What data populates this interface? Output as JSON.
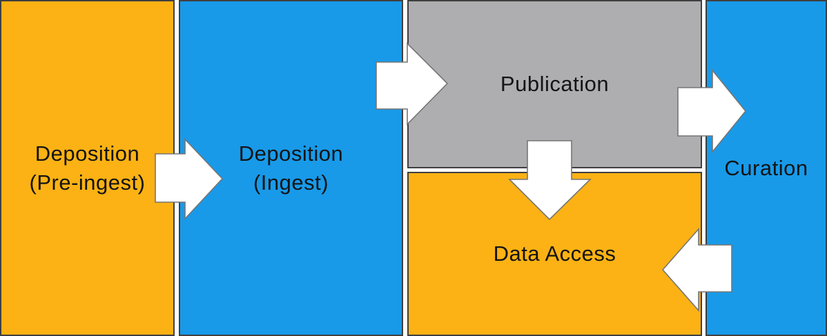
{
  "diagram": {
    "description": "Data repository workflow diagram",
    "blocks": [
      {
        "id": "pre-ingest",
        "lines": {
          "l1": "Deposition",
          "l2": "(Pre-ingest)"
        },
        "color": "orange"
      },
      {
        "id": "ingest",
        "lines": {
          "l1": "Deposition",
          "l2": "(Ingest)"
        },
        "color": "blue"
      },
      {
        "id": "publication",
        "lines": {
          "l1": "Publication"
        },
        "color": "gray"
      },
      {
        "id": "data-access",
        "lines": {
          "l1": "Data Access"
        },
        "color": "orange"
      },
      {
        "id": "curation",
        "lines": {
          "l1": "Curation"
        },
        "color": "blue"
      }
    ],
    "arrows": [
      {
        "from": "pre-ingest",
        "to": "ingest",
        "direction": "right"
      },
      {
        "from": "ingest",
        "to": "publication",
        "direction": "right"
      },
      {
        "from": "publication",
        "to": "data-access",
        "direction": "down"
      },
      {
        "from": "publication",
        "to": "curation",
        "direction": "right"
      },
      {
        "from": "curation",
        "to": "data-access",
        "direction": "left"
      }
    ]
  },
  "colors": {
    "block-orange": "#fcb214",
    "block-blue": "#189ae9",
    "block-gray": "#aeaeb0",
    "border": "#3f3f3f",
    "arrow-fill": "#ffffff",
    "arrow-stroke": "#757575",
    "text": "#141414",
    "background": "#ffffff"
  }
}
